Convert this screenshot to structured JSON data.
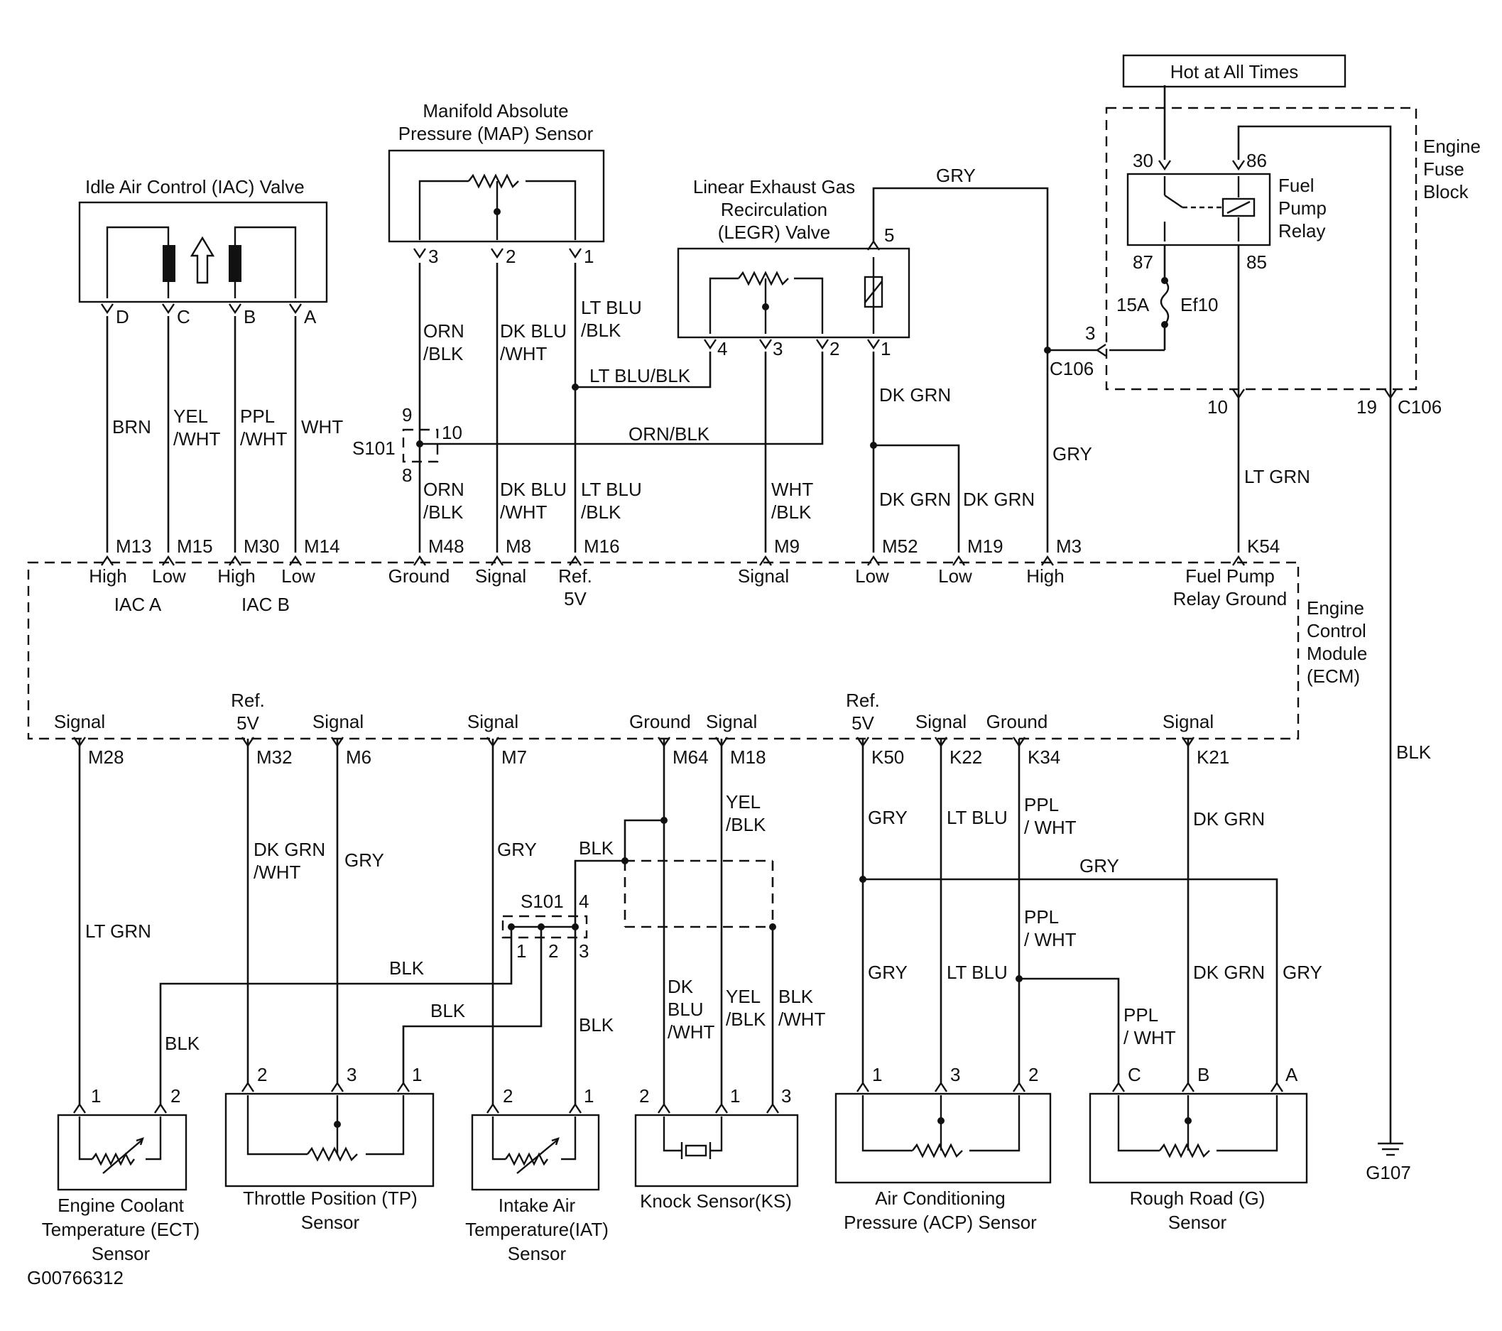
{
  "diagram_id": "G00766312",
  "ecm": {
    "name": "Engine\nControl\nModule\n(ECM)"
  },
  "fuse_block": {
    "name": "Engine\nFuse\nBlock"
  },
  "hot_label": "Hot at All Times",
  "relay": {
    "name": "Fuel\nPump\nRelay",
    "pins": [
      "30",
      "86",
      "87",
      "85"
    ]
  },
  "fuse": {
    "rating": "15A",
    "name": "Ef10"
  },
  "components": {
    "iac": {
      "title": "Idle Air Control (IAC) Valve",
      "pins": [
        "D",
        "C",
        "B",
        "A"
      ]
    },
    "map": {
      "title": "Manifold Absolute\nPressure (MAP) Sensor",
      "pins": [
        "3",
        "2",
        "1"
      ]
    },
    "legr": {
      "title": "Linear Exhaust Gas\nRecirculation\n(LEGR) Valve",
      "pins": [
        "4",
        "3",
        "2",
        "1",
        "5"
      ]
    },
    "ect": {
      "title": "Engine Coolant\nTemperature (ECT)\nSensor",
      "pins": [
        "1",
        "2"
      ]
    },
    "tp": {
      "title": "Throttle Position (TP)\nSensor",
      "pins": [
        "2",
        "3",
        "1"
      ]
    },
    "iat": {
      "title": "Intake Air\nTemperature(IAT)\nSensor",
      "pins": [
        "2",
        "1"
      ]
    },
    "ks": {
      "title": "Knock Sensor(KS)",
      "pins": [
        "2",
        "1",
        "3"
      ]
    },
    "acp": {
      "title": "Air Conditioning\nPressure (ACP) Sensor",
      "pins": [
        "1",
        "3",
        "2"
      ]
    },
    "rr": {
      "title": "Rough Road (G)\nSensor",
      "pins": [
        "C",
        "B",
        "A"
      ]
    },
    "ground": {
      "name": "G107"
    }
  },
  "splices": {
    "top": {
      "name": "S101",
      "pins": [
        "9",
        "10",
        "8"
      ]
    },
    "bottom": {
      "name": "S101",
      "pins": [
        "4",
        "1",
        "2",
        "3"
      ]
    }
  },
  "connectors": {
    "c106a": {
      "name": "C106",
      "pin": "3"
    },
    "c106b": {
      "name": "C106",
      "pins": [
        "10",
        "19"
      ]
    }
  },
  "ecm_top_pins": [
    {
      "id": "M13",
      "func": "High"
    },
    {
      "id": "M15",
      "func": "Low"
    },
    {
      "id": "M30",
      "func": "High"
    },
    {
      "id": "M14",
      "func": "Low"
    },
    {
      "id": "M48",
      "func": "Ground"
    },
    {
      "id": "M8",
      "func": "Signal"
    },
    {
      "id": "M16",
      "func": "Ref.\n5V"
    },
    {
      "id": "M9",
      "func": "Signal"
    },
    {
      "id": "M52",
      "func": "Low"
    },
    {
      "id": "M19",
      "func": "Low"
    },
    {
      "id": "M3",
      "func": "High"
    },
    {
      "id": "K54",
      "func": "Fuel Pump\nRelay Ground"
    }
  ],
  "ecm_top_groups": [
    "IAC A",
    "IAC B"
  ],
  "ecm_bottom_pins": [
    {
      "id": "M28",
      "func": "Signal"
    },
    {
      "id": "M32",
      "func": "Ref.\n5V"
    },
    {
      "id": "M6",
      "func": "Signal"
    },
    {
      "id": "M7",
      "func": "Signal"
    },
    {
      "id": "M64",
      "func": "Ground"
    },
    {
      "id": "M18",
      "func": "Signal"
    },
    {
      "id": "K50",
      "func": "Ref.\n5V"
    },
    {
      "id": "K22",
      "func": "Signal"
    },
    {
      "id": "K34",
      "func": "Ground"
    },
    {
      "id": "K21",
      "func": "Signal"
    }
  ],
  "wire_labels": {
    "brn": "BRN",
    "yel_wht": "YEL\n/WHT",
    "ppl_wht": "PPL\n/WHT",
    "wht": "WHT",
    "orn_blk_1": "ORN\n/BLK",
    "dk_blu_wht_1": "DK BLU\n/WHT",
    "lt_blu_blk_1": "LT BLU\n/BLK",
    "lt_blu_blk_h": "LT BLU/BLK",
    "orn_blk_h": "ORN/BLK",
    "orn_blk_2": "ORN\n/BLK",
    "dk_blu_wht_2": "DK BLU\n/WHT",
    "lt_blu_blk_2": "LT BLU\n/BLK",
    "wht_blk": "WHT\n/BLK",
    "dk_grn_1": "DK GRN",
    "dk_grn_2": "DK GRN",
    "dk_grn_3": "DK GRN",
    "gry_top": "GRY",
    "gry_mid": "GRY",
    "lt_grn_k54": "LT GRN",
    "blk_g107": "BLK",
    "lt_grn_m28": "LT GRN",
    "blk_ect": "BLK",
    "dk_grn_wht": "DK GRN\n/WHT",
    "gry_m6": "GRY",
    "gry_m7": "GRY",
    "blk_1": "BLK",
    "blk_2": "BLK",
    "blk_3": "BLK",
    "blk_4": "BLK",
    "dk_blu_wht_ks": "DK\nBLU\n/WHT",
    "yel_blk_1": "YEL\n/BLK",
    "yel_blk_2": "YEL\n/BLK",
    "blk_wht": "BLK\n/WHT",
    "gry_k50_1": "GRY",
    "gry_k50_2": "GRY",
    "lt_blu_1": "LT BLU",
    "lt_blu_2": "LT BLU",
    "ppl_wht_1": "PPL\n/ WHT",
    "ppl_wht_2": "PPL\n/ WHT",
    "ppl_wht_3": "PPL\n/ WHT",
    "gry_h": "GRY",
    "dk_grn_k21_1": "DK GRN",
    "dk_grn_k21_2": "DK GRN",
    "gry_rr": "GRY"
  }
}
